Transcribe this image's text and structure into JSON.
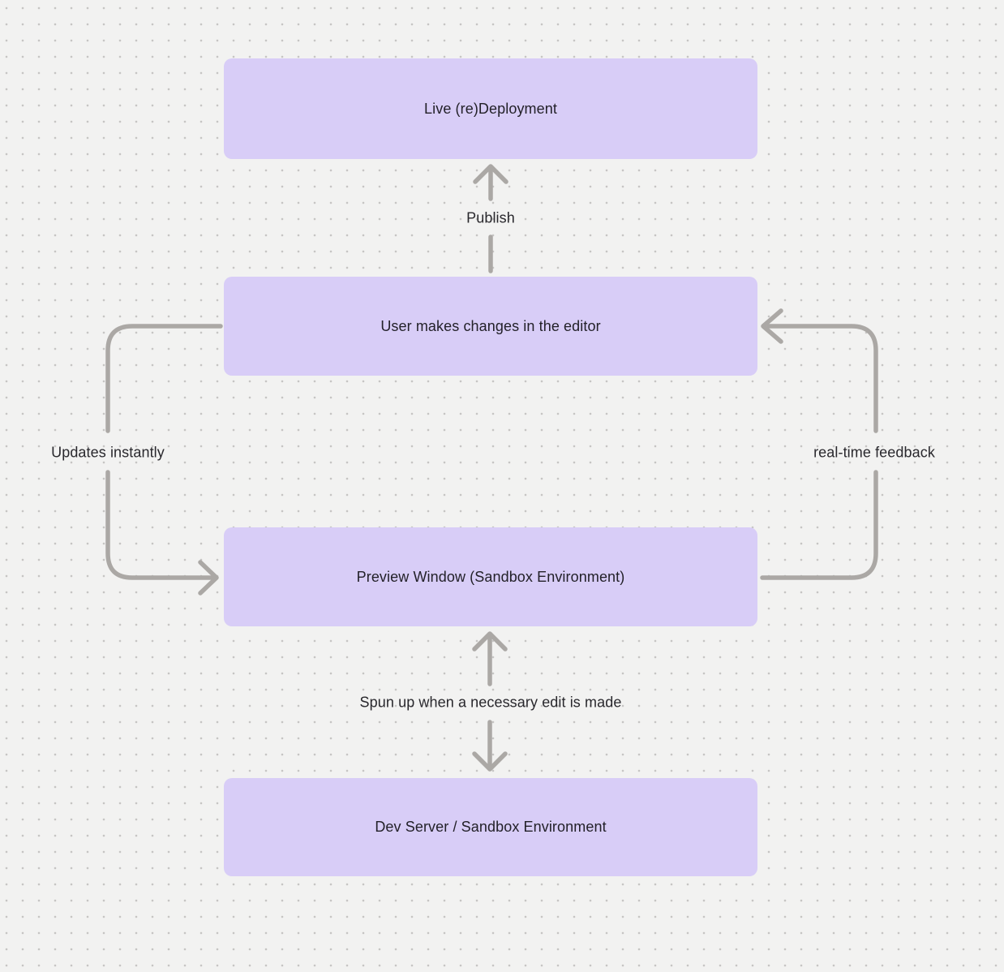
{
  "diagram": {
    "nodes": [
      {
        "id": "live-redeployment",
        "label": "Live (re)Deployment"
      },
      {
        "id": "user-editor",
        "label": "User makes changes in the editor"
      },
      {
        "id": "preview-window",
        "label": "Preview Window (Sandbox Environment)"
      },
      {
        "id": "dev-server",
        "label": "Dev Server / Sandbox Environment"
      }
    ],
    "edge_labels": {
      "publish": "Publish",
      "updates_instantly": "Updates instantly",
      "realtime_feedback": "real-time feedback",
      "spun_up": "Spun up when a necessary edit is made"
    },
    "edges": [
      {
        "from": "user-editor",
        "to": "live-redeployment",
        "label": "Publish",
        "direction": "up"
      },
      {
        "from": "user-editor",
        "to": "preview-window",
        "label": "Updates instantly",
        "direction": "left-down"
      },
      {
        "from": "preview-window",
        "to": "user-editor",
        "label": "real-time feedback",
        "direction": "right-up"
      },
      {
        "from": "dev-server",
        "to": "preview-window",
        "label": "Spun up when a necessary edit is made",
        "direction": "both"
      }
    ],
    "colors": {
      "node_fill": "#d8cdf7",
      "node_text": "#232129",
      "connector": "#aba8a5",
      "background": "#f2f2f1",
      "grid_dot": "#c6c5c4"
    }
  }
}
